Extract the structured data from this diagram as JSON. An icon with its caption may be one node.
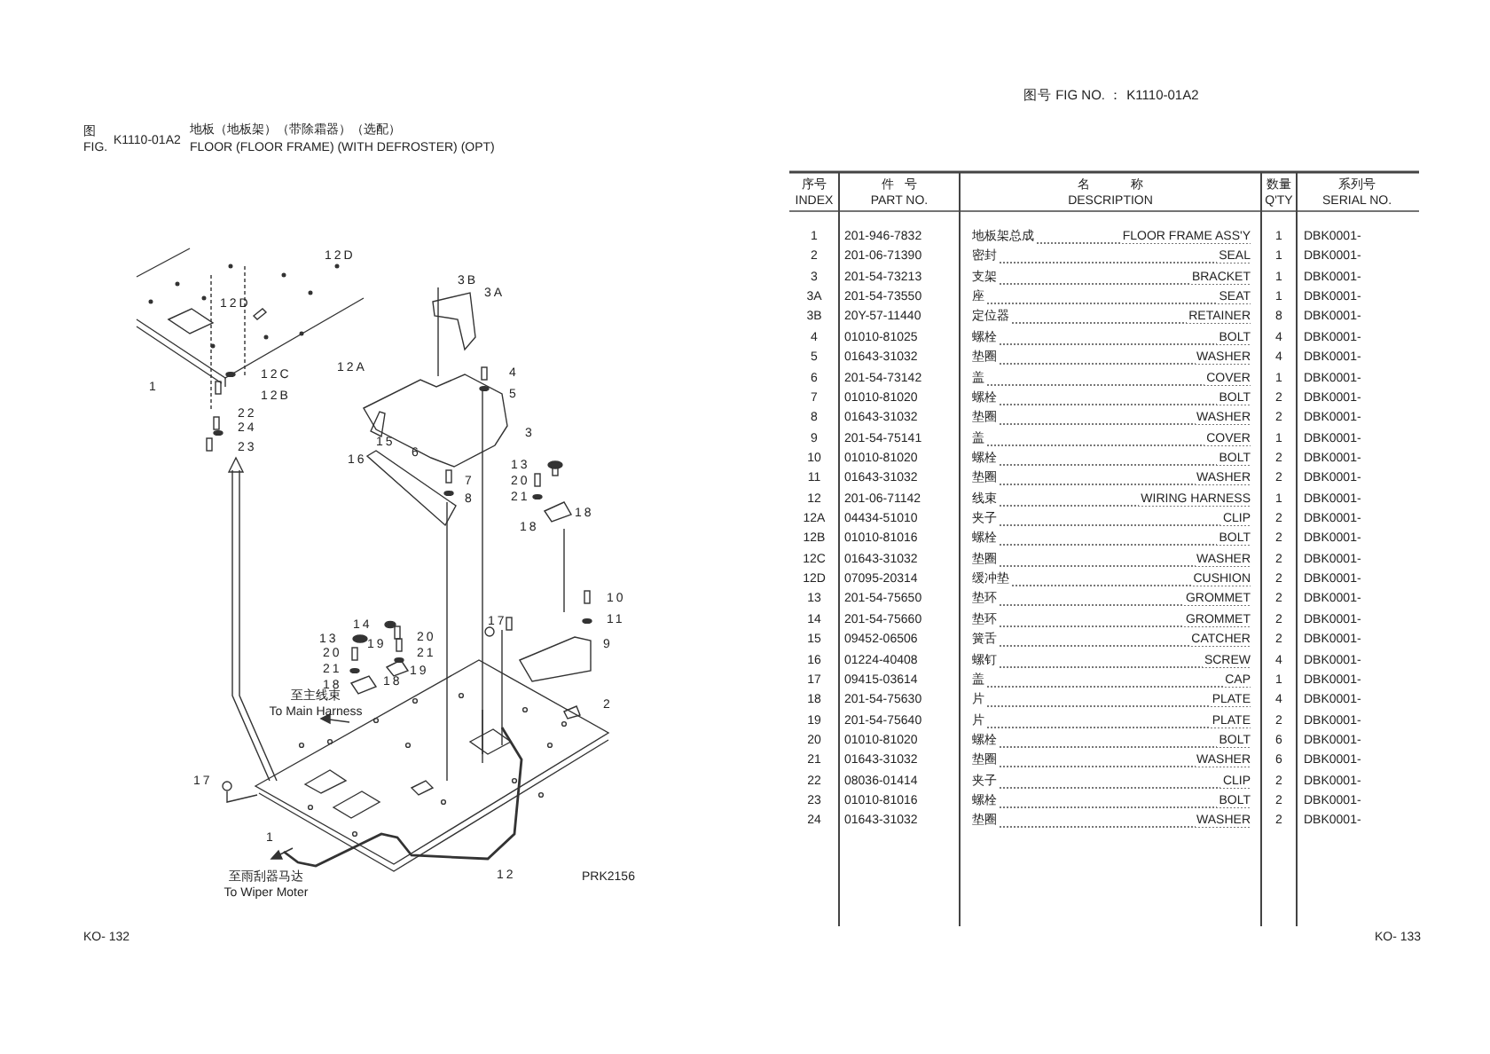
{
  "diagram": {
    "labels": [
      "图号 FIG NO. ： K1110-01A2",
      "图",
      "FIG.",
      "K1110-01A2",
      "地板（地板架）（带除霜器）（选配）",
      "FLOOR (FLOOR FRAME) (WITH DEFROSTER) (OPT)",
      "序号",
      "INDEX",
      "件   号",
      "PART NO.",
      "名            称",
      "DESCRIPTION",
      "数量",
      "Q'TY",
      "系列号",
      "SERIAL NO.",
      "1",
      "201-946-7832",
      "地板架总成",
      "FLOOR FRAME ASS'Y",
      "1",
      "DBK0001-",
      "2",
      "201-06-71390",
      "密封",
      "SEAL",
      "1",
      "DBK0001-",
      "3",
      "201-54-73213",
      "支架",
      "BRACKET",
      "1",
      "DBK0001-",
      "3A",
      "201-54-73550",
      "座",
      "SEAT",
      "1",
      "DBK0001-",
      "3B",
      "20Y-57-11440",
      "定位器",
      "RETAINER",
      "8",
      "DBK0001-",
      "4",
      "01010-81025",
      "螺栓",
      "BOLT",
      "4",
      "DBK0001-",
      "5",
      "01643-31032",
      "垫圈",
      "WASHER",
      "4",
      "DBK0001-",
      "6",
      "201-54-73142",
      "盖",
      "COVER",
      "1",
      "DBK0001-",
      "7",
      "01010-81020",
      "螺栓",
      "BOLT",
      "2",
      "DBK0001-",
      "8",
      "01643-31032",
      "垫圈",
      "WASHER",
      "2",
      "DBK0001-",
      "9",
      "201-54-75141",
      "盖",
      "COVER",
      "1",
      "DBK0001-",
      "10",
      "01010-81020",
      "螺栓",
      "BOLT",
      "2",
      "DBK0001-",
      "11",
      "01643-31032",
      "垫圈",
      "WASHER",
      "2",
      "DBK0001-",
      "12",
      "201-06-71142",
      "线束",
      "WIRING HARNESS",
      "1",
      "DBK0001-",
      "12A",
      "04434-51010",
      "夹子",
      "CLIP",
      "2",
      "DBK0001-",
      "12B",
      "01010-81016",
      "螺栓",
      "BOLT",
      "2",
      "DBK0001-",
      "12C",
      "01643-31032",
      "垫圈",
      "WASHER",
      "2",
      "DBK0001-",
      "12D",
      "07095-20314",
      "缓冲垫",
      "CUSHION",
      "2",
      "DBK0001-",
      "13",
      "201-54-75650",
      "垫环",
      "GROMMET",
      "2",
      "DBK0001-",
      "14",
      "201-54-75660",
      "垫环",
      "GROMMET",
      "2",
      "DBK0001-",
      "15",
      "09452-06506",
      "簧舌",
      "CATCHER",
      "2",
      "DBK0001-",
      "16",
      "01224-40408",
      "螺钉",
      "SCREW",
      "4",
      "DBK0001-",
      "17",
      "09415-03614",
      "盖",
      "CAP",
      "1",
      "DBK0001-",
      "18",
      "201-54-75630",
      "片",
      "PLATE",
      "4",
      "DBK0001-",
      "19",
      "201-54-75640",
      "片",
      "PLATE",
      "2",
      "DBK0001-",
      "20",
      "01010-81020",
      "螺栓",
      "BOLT",
      "6",
      "DBK0001-",
      "21",
      "01643-31032",
      "垫圈",
      "WASHER",
      "6",
      "DBK0001-",
      "22",
      "08036-01414",
      "夹子",
      "CLIP",
      "2",
      "DBK0001-",
      "23",
      "01010-81016",
      "螺栓",
      "BOLT",
      "2",
      "DBK0001-",
      "24",
      "01643-31032",
      "垫圈",
      "WASHER",
      "2",
      "DBK0001-",
      "12D",
      "3B",
      "12D",
      "3A",
      "4",
      "12A",
      "12C",
      "1",
      "12B",
      "5",
      "22",
      "24",
      "3",
      "15",
      "23",
      "6",
      "16",
      "13",
      "7",
      "20",
      "8",
      "21",
      "18",
      "18",
      "10",
      "11",
      "14",
      "17",
      "13",
      "20",
      "19",
      "9",
      "20",
      "21",
      "21",
      "19",
      "18",
      "18",
      "2",
      "17",
      "1",
      "12",
      "至主线束",
      "To Main Harness",
      "至雨刮器马达",
      "To Wiper Moter",
      "PRK2156",
      "KO- 132",
      "KO- 133"
    ]
  }
}
